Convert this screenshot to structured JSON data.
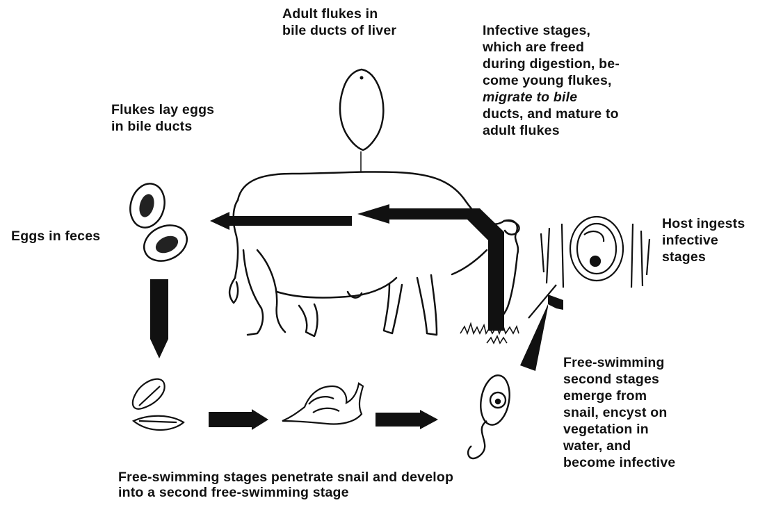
{
  "labels": {
    "adult_flukes": [
      "Adult flukes in",
      "bile ducts of liver"
    ],
    "infective_stages": {
      "line1": "Infective stages,",
      "line2": "which are freed",
      "line3": "during digestion, be-",
      "line4": "come young flukes,",
      "line5_em": "migrate to bile",
      "line6": "ducts, and mature to",
      "line7": "adult flukes"
    },
    "flukes_lay_eggs": [
      "Flukes lay eggs",
      "in bile ducts"
    ],
    "eggs_in_feces": "Eggs in feces",
    "host_ingests": [
      "Host ingests",
      "infective",
      "stages"
    ],
    "free_swimming_second": [
      "Free-swimming",
      "second stages",
      "emerge from",
      "snail, encyst on",
      "vegetation in",
      "water, and",
      "become infective"
    ],
    "penetrate_snail": [
      "Free-swimming stages penetrate snail and develop",
      "into a second free-swimming stage"
    ]
  },
  "colors": {
    "ink": "#111111",
    "background": "#ffffff"
  }
}
